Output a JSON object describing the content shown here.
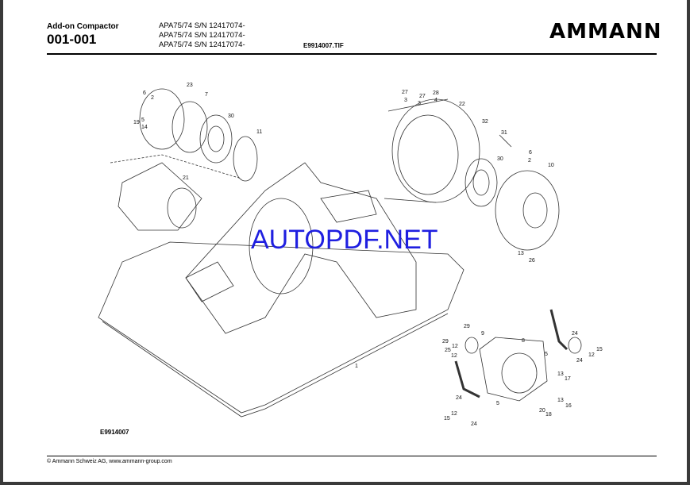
{
  "header": {
    "title": "Add-on Compactor",
    "page_number": "001-001",
    "models": [
      "APA75/74 S/N 12417074-",
      "APA75/74 S/N 12417074-",
      "APA75/74 S/N 12417074-"
    ],
    "file_name": "E9914007.TIF",
    "logo": "AMMANN"
  },
  "drawing": {
    "image_id": "E9914007",
    "watermark": "AUTOPDF.NET",
    "callouts": [
      "23",
      "6",
      "2",
      "7",
      "19",
      "5",
      "14",
      "30",
      "11",
      "21",
      "27",
      "27",
      "28",
      "3",
      "3",
      "4",
      "22",
      "32",
      "31",
      "6",
      "2",
      "10",
      "30",
      "13",
      "26",
      "29",
      "9",
      "8",
      "29",
      "12",
      "25",
      "12",
      "24",
      "5",
      "24",
      "12",
      "15",
      "13",
      "17",
      "13",
      "16",
      "20",
      "18",
      "24",
      "5",
      "12",
      "15",
      "24",
      "1"
    ]
  },
  "footer": {
    "copyright": "© Ammann Schweiz AG, www.ammann-group.com"
  }
}
